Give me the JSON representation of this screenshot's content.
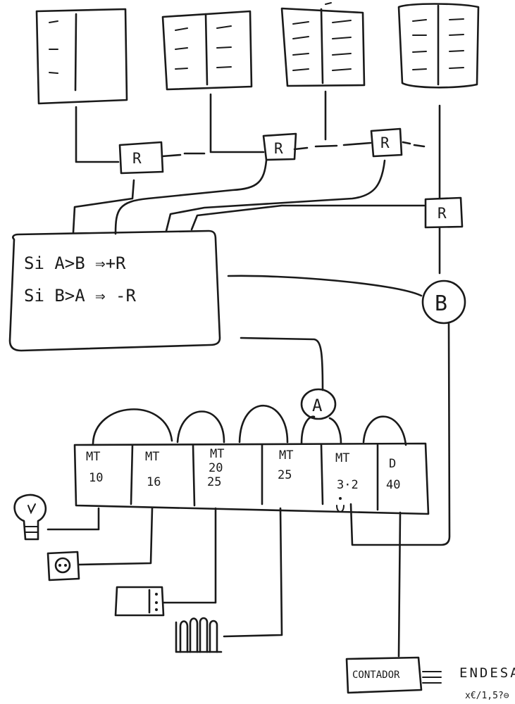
{
  "relays": [
    {
      "id": "relay-1",
      "label": "R"
    },
    {
      "id": "relay-2",
      "label": "R"
    },
    {
      "id": "relay-3",
      "label": "R"
    },
    {
      "id": "relay-4",
      "label": "R"
    }
  ],
  "logic": {
    "rule_1": "Si A>B ⇒+R",
    "rule_2": "Si B>A ⇒ -R"
  },
  "meters": {
    "a": "A",
    "b": "B"
  },
  "breakers": [
    {
      "type": "MT",
      "rating": "10"
    },
    {
      "type": "MT",
      "rating": "16"
    },
    {
      "type": "MT",
      "rating": "20",
      "rating_2": "25"
    },
    {
      "type": "MT",
      "rating": "25"
    },
    {
      "type": "MT",
      "rating": "3·2"
    },
    {
      "type": "D",
      "rating": "40"
    }
  ],
  "meter_box": {
    "label": "CONTADOR"
  },
  "utility": {
    "name": "ENDESA",
    "note": "x€/1,5?⊖"
  },
  "icons": [
    "solar-panel-icon",
    "relay-icon",
    "bulb-icon",
    "socket-icon",
    "switch-box-icon",
    "radiator-icon"
  ]
}
